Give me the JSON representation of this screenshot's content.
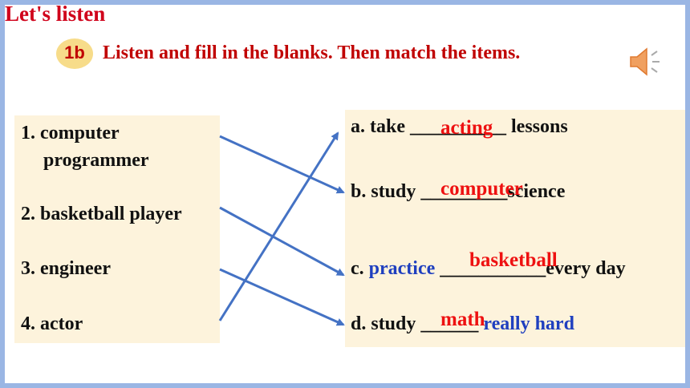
{
  "title": "Let's listen",
  "badge": "1b",
  "instruction": "Listen and fill in the blanks. Then match the items.",
  "speaker_icon": "speaker-icon",
  "left_items": [
    {
      "number": "1.",
      "line1": "computer",
      "line2": "programmer"
    },
    {
      "number": "2.",
      "text": "basketball player"
    },
    {
      "number": "3.",
      "text": "engineer"
    },
    {
      "number": "4.",
      "text": "actor"
    }
  ],
  "right_items": {
    "a": {
      "prefix": "a. take",
      "blank": "__________",
      "suffix": "lessons",
      "answer": "acting"
    },
    "b": {
      "prefix": "b. study",
      "blank": "_________",
      "suffix": "science",
      "answer": "computer"
    },
    "c": {
      "prefix": "c.",
      "highlight": "practice",
      "blank": "___________",
      "suffix": "every day",
      "answer": "basketball"
    },
    "d": {
      "prefix": "d. study",
      "blank": "______",
      "highlight": "really hard",
      "answer": "math"
    }
  },
  "matches": [
    {
      "from": "1.",
      "to": "b."
    },
    {
      "from": "2.",
      "to": "c."
    },
    {
      "from": "3.",
      "to": "d."
    },
    {
      "from": "4.",
      "to": "a."
    }
  ],
  "colors": {
    "title": "#d0021b",
    "answer": "#ee1111",
    "highlight": "#1f3fbf",
    "line": "#4472c4",
    "box": "#fdf3dc",
    "badge": "#f7dc8a",
    "frame": "#9ab6e4"
  }
}
